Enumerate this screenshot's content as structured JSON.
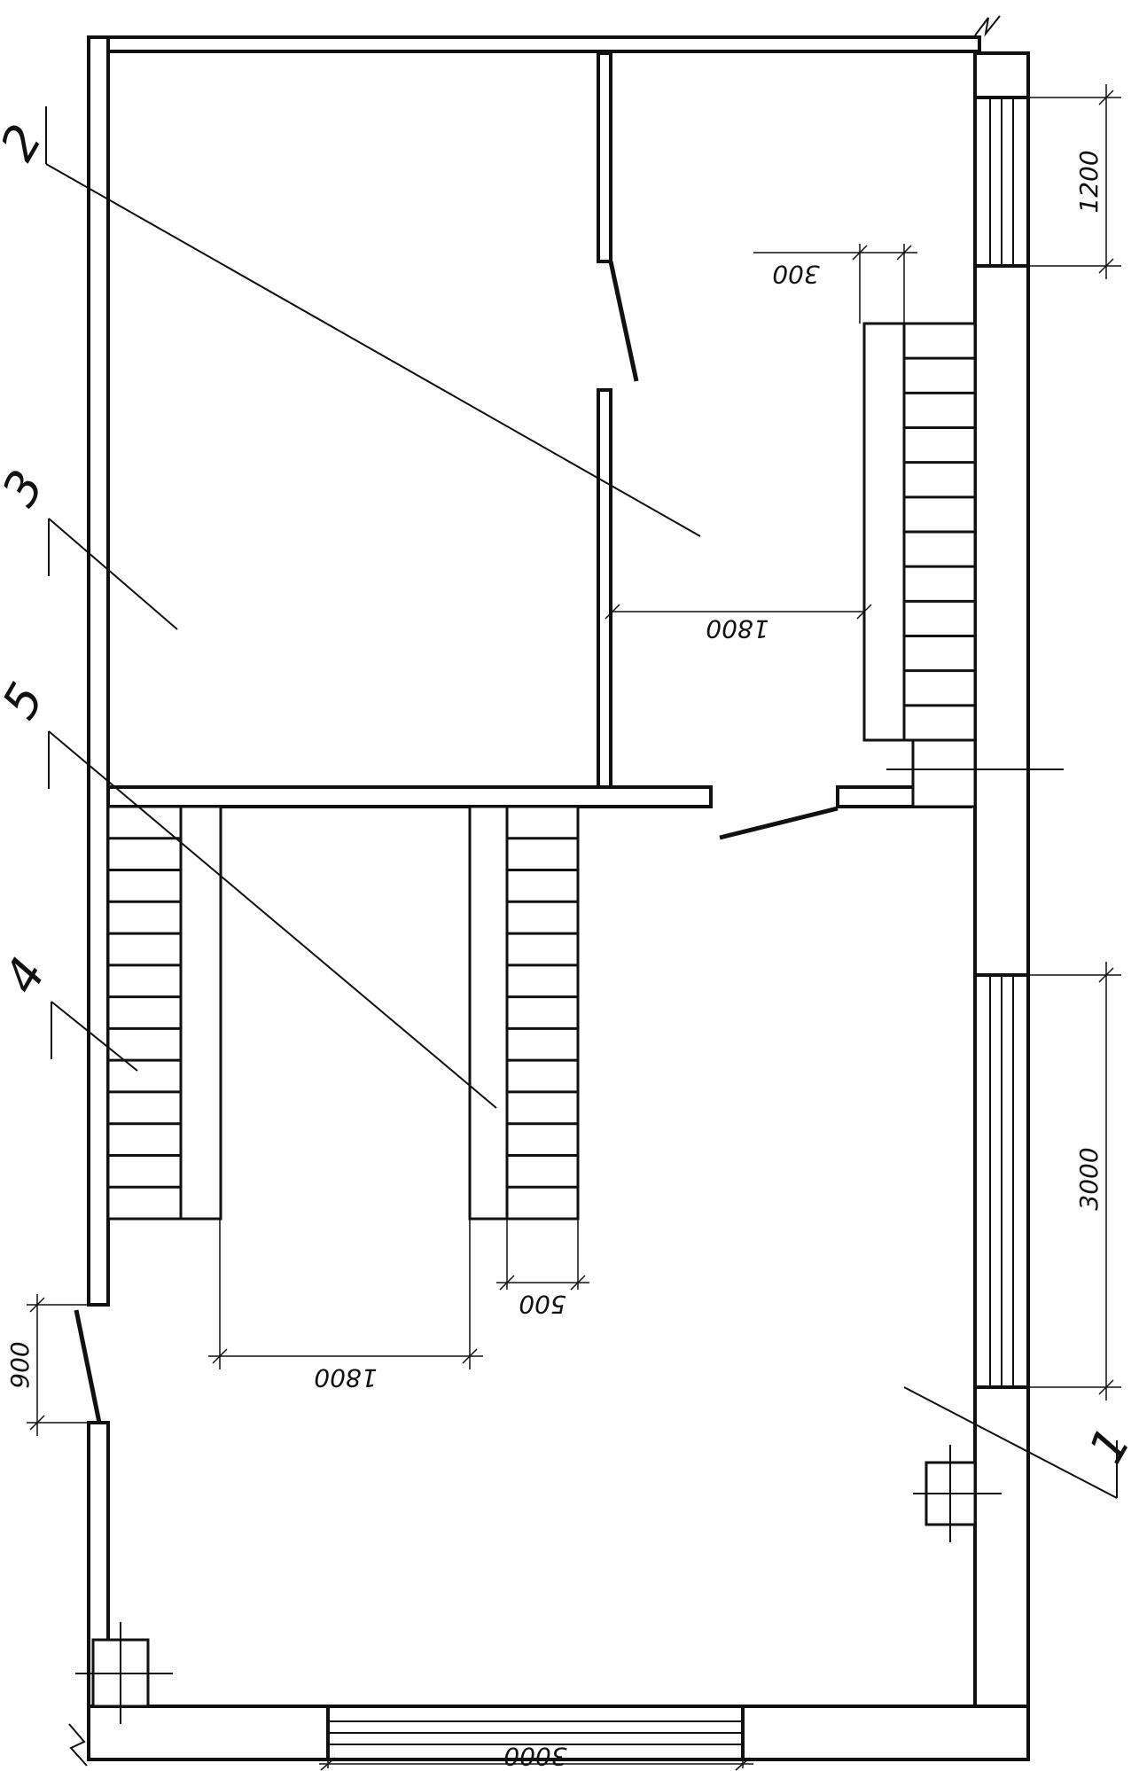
{
  "dimensions": {
    "window_top": "1200",
    "shelf_depth_top": "300",
    "aisle_right": "1800",
    "window_right": "3000",
    "shelf_depth_bottom": "500",
    "aisle_bottom": "1800",
    "door_left": "900",
    "window_bottom": "3000"
  },
  "room_labels": {
    "room_1": "1",
    "room_2": "2",
    "room_3": "3",
    "room_4": "4",
    "room_5": "5"
  }
}
